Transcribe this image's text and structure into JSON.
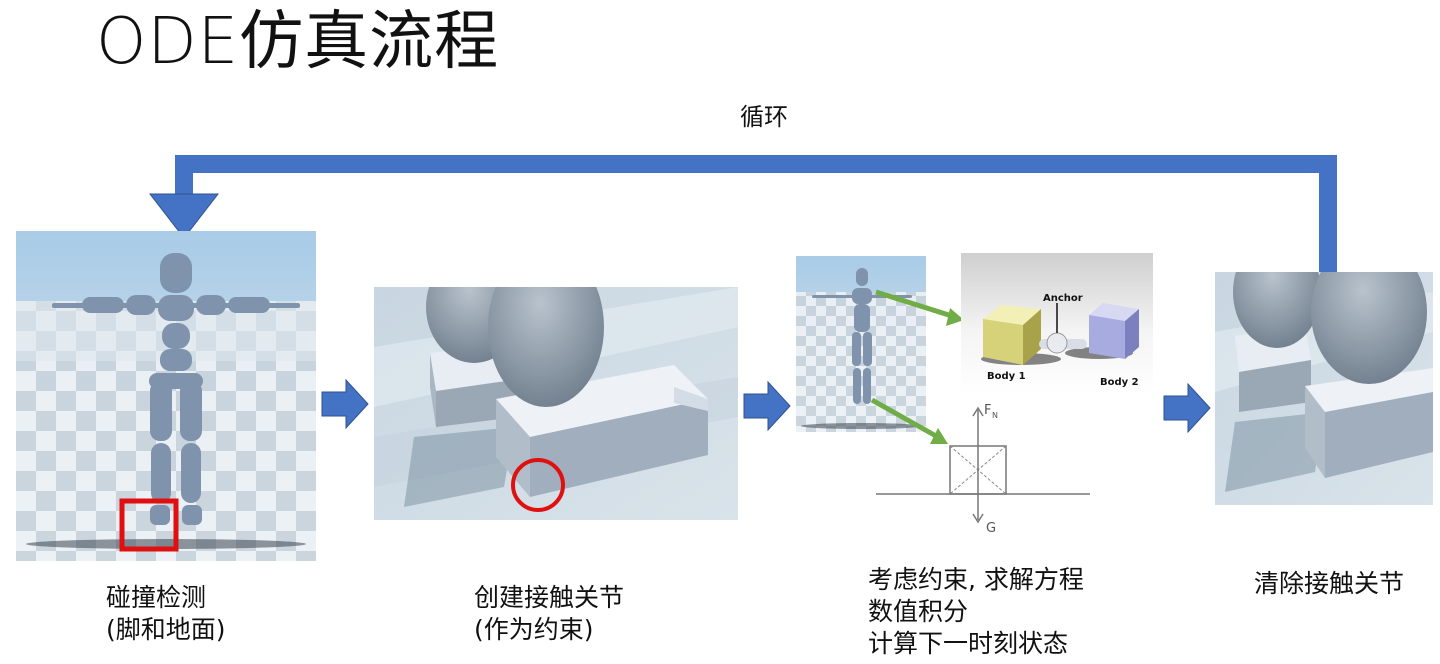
{
  "title": "ODE仿真流程",
  "loop_label": "循环",
  "steps": [
    {
      "line1": "碰撞检测",
      "line2": "(脚和地面)"
    },
    {
      "line1": "创建接触关节",
      "line2": "(作为约束)"
    },
    {
      "line1": "考虑约束, 求解方程",
      "line2": "数值积分",
      "line3": "计算下一时刻状态"
    },
    {
      "line1": "清除接触关节"
    }
  ],
  "joint_diagram": {
    "anchor": "Anchor",
    "body1": "Body 1",
    "body2": "Body 2"
  },
  "force_diagram": {
    "fn": "F",
    "fn_sub": "N",
    "g": "G"
  },
  "colors": {
    "arrow_blue": "#4472C4",
    "green": "#70AD47",
    "highlight_red": "#E01010"
  }
}
